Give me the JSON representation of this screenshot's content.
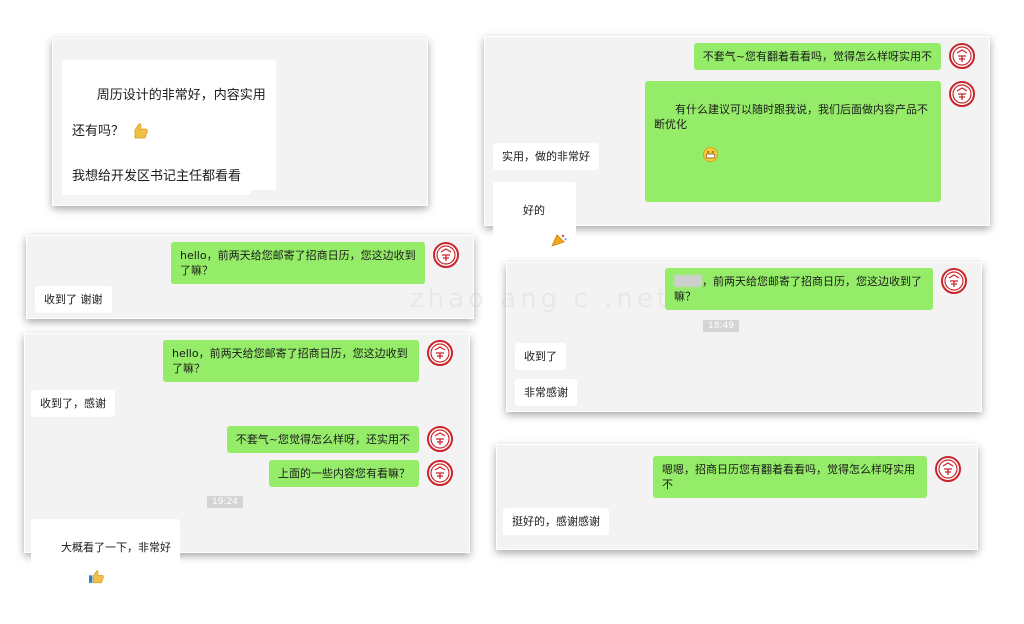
{
  "watermark": "zhao  ang  c  .net",
  "card1": {
    "messages": [
      {
        "text": "周历设计的非常好，内容实用",
        "emoji": "thumbs-up"
      },
      {
        "text": "还有吗？"
      },
      {
        "text": "我想给开发区书记主任都看看"
      }
    ]
  },
  "card2": {
    "messages": [
      {
        "text": "不套气~您有翻着看看吗，觉得怎么样呀实用不"
      },
      {
        "text": "有什么建议可以随时跟我说，我们后面做内容产品不断优化",
        "emoji": "grin"
      },
      {
        "text": "实用，做的非常好"
      },
      {
        "text": "好的",
        "emoji": "party"
      }
    ]
  },
  "card3": {
    "messages": [
      {
        "text": "hello，前两天给您邮寄了招商日历，您这边收到了嘛？"
      },
      {
        "text": "收到了 谢谢"
      }
    ]
  },
  "card4": {
    "messages": [
      {
        "text": "，前两天给您邮寄了招商日历，您这边收到了嘛？"
      },
      {
        "text": "收到了"
      },
      {
        "text": "非常感谢"
      }
    ],
    "time": "18:49"
  },
  "card5": {
    "messages": [
      {
        "text": "hello，前两天给您邮寄了招商日历，您这边收到了嘛？"
      },
      {
        "text": "收到了，感谢"
      },
      {
        "text": "不套气~您觉得怎么样呀，还实用不"
      },
      {
        "text": "上面的一些内容您有看嘛？"
      },
      {
        "text": "大概看了一下，非常好",
        "emoji": "thumbs-up"
      }
    ],
    "time": "19:24"
  },
  "card6": {
    "messages": [
      {
        "text": "嗯嗯，招商日历您有翻着看看吗，觉得怎么样呀实用不"
      },
      {
        "text": "挺好的，感谢感谢"
      }
    ]
  },
  "colors": {
    "my_bubble": "#95ec69",
    "their_bubble": "#ffffff",
    "panel": "#f3f3f3",
    "avatar_ring": "#c8262c"
  }
}
